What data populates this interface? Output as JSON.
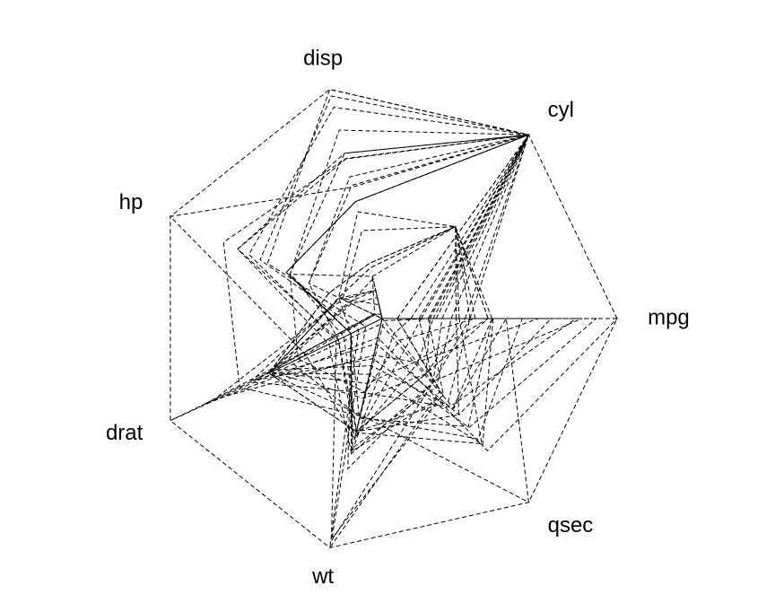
{
  "chart_data": {
    "type": "radar",
    "variables": [
      "mpg",
      "cyl",
      "disp",
      "hp",
      "drat",
      "wt",
      "qsec"
    ],
    "scale": "each variable scaled from its minimum (0) to its maximum (1)",
    "frame": "full-scale heptagon",
    "line_style": "dashed",
    "legend": "none",
    "series": [
      {
        "values": [
          0.451,
          0.5,
          0.222,
          0.205,
          0.525,
          0.283,
          0.233
        ]
      },
      {
        "values": [
          0.451,
          0.5,
          0.222,
          0.205,
          0.525,
          0.348,
          0.3
        ]
      },
      {
        "values": [
          0.528,
          0.0,
          0.092,
          0.145,
          0.502,
          0.206,
          0.489
        ]
      },
      {
        "values": [
          0.468,
          0.5,
          0.466,
          0.205,
          0.147,
          0.435,
          0.588
        ]
      },
      {
        "values": [
          0.353,
          1.0,
          0.721,
          0.435,
          0.18,
          0.493,
          0.3
        ]
      },
      {
        "values": [
          0.328,
          0.5,
          0.384,
          0.187,
          0.0,
          0.498,
          0.681
        ]
      },
      {
        "values": [
          0.166,
          1.0,
          0.721,
          0.682,
          0.207,
          0.526,
          0.16
        ]
      },
      {
        "values": [
          0.596,
          0.0,
          0.189,
          0.035,
          0.429,
          0.429,
          0.655
        ]
      },
      {
        "values": [
          0.528,
          0.0,
          0.174,
          0.152,
          0.535,
          0.419,
          1.0
        ]
      },
      {
        "values": [
          0.374,
          0.5,
          0.241,
          0.251,
          0.535,
          0.493,
          0.452
        ]
      },
      {
        "values": [
          0.315,
          0.5,
          0.241,
          0.251,
          0.535,
          0.493,
          0.524
        ]
      },
      {
        "values": [
          0.255,
          1.0,
          0.51,
          0.453,
          0.147,
          0.655,
          0.348
        ]
      },
      {
        "values": [
          0.294,
          1.0,
          0.51,
          0.453,
          0.147,
          0.564,
          0.371
        ]
      },
      {
        "values": [
          0.196,
          1.0,
          0.51,
          0.453,
          0.147,
          0.579,
          0.419
        ]
      },
      {
        "values": [
          0.064,
          1.0,
          1.0,
          0.541,
          0.078,
          0.96,
          0.414
        ]
      },
      {
        "values": [
          0.064,
          1.0,
          0.971,
          0.576,
          0.111,
          1.0,
          0.395
        ]
      },
      {
        "values": [
          0.157,
          1.0,
          0.922,
          0.629,
          0.217,
          0.971,
          0.348
        ]
      },
      {
        "values": [
          0.911,
          0.0,
          0.018,
          0.041,
          0.608,
          0.175,
          0.593
        ]
      },
      {
        "values": [
          0.826,
          0.0,
          0.011,
          0.0,
          1.0,
          0.024,
          0.474
        ]
      },
      {
        "values": [
          1.0,
          0.0,
          0.0,
          0.035,
          0.853,
          0.083,
          0.719
        ]
      },
      {
        "values": [
          0.472,
          0.0,
          0.123,
          0.159,
          0.535,
          0.243,
          0.686
        ]
      },
      {
        "values": [
          0.217,
          1.0,
          0.618,
          0.346,
          0.0,
          0.52,
          0.243
        ]
      },
      {
        "values": [
          0.204,
          1.0,
          0.581,
          0.346,
          0.207,
          0.492,
          0.3
        ]
      },
      {
        "values": [
          0.123,
          1.0,
          0.696,
          0.682,
          0.251,
          0.589,
          0.081
        ]
      },
      {
        "values": [
          0.374,
          1.0,
          0.822,
          0.435,
          0.147,
          0.59,
          0.348
        ]
      },
      {
        "values": [
          0.719,
          0.0,
          0.019,
          0.041,
          0.608,
          0.11,
          0.524
        ]
      },
      {
        "values": [
          0.664,
          0.0,
          0.123,
          0.187,
          0.793,
          0.16,
          0.238
        ]
      },
      {
        "values": [
          0.851,
          0.0,
          0.06,
          0.201,
          0.535,
          0.0,
          0.343
        ]
      },
      {
        "values": [
          0.23,
          1.0,
          0.698,
          0.749,
          0.673,
          0.424,
          0.0
        ]
      },
      {
        "values": [
          0.396,
          0.5,
          0.184,
          0.435,
          0.396,
          0.322,
          0.119
        ]
      },
      {
        "values": [
          0.196,
          1.0,
          0.573,
          1.0,
          0.359,
          0.526,
          0.012
        ]
      },
      {
        "values": [
          0.468,
          0.0,
          0.124,
          0.201,
          0.622,
          0.324,
          0.486
        ]
      }
    ]
  }
}
